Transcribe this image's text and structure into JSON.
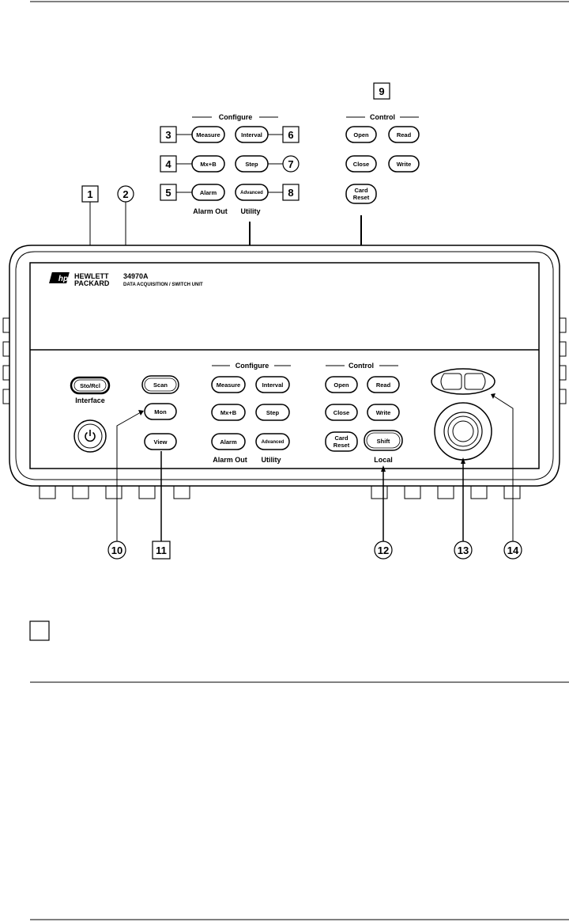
{
  "top_inset": {
    "configure_title": "Configure",
    "control_title": "Control",
    "buttons": {
      "measure": "Measure",
      "interval": "Interval",
      "mxb": "Mx+B",
      "step": "Step",
      "alarm": "Alarm",
      "advanced": "Advanced",
      "open": "Open",
      "read": "Read",
      "close": "Close",
      "write": "Write",
      "card_reset_1": "Card",
      "card_reset_2": "Reset"
    },
    "sublabels": {
      "alarm_out": "Alarm  Out",
      "utility": "Utility"
    }
  },
  "panel": {
    "brand_1": "HEWLETT",
    "brand_2": "PACKARD",
    "logo": "hp",
    "model": "34970A",
    "model_desc": "DATA  ACQUISITION / SWITCH  UNIT",
    "buttons": {
      "sto_rcl": "Sto/Rcl",
      "scan": "Scan",
      "mon": "Mon",
      "view": "View",
      "shift": "Shift",
      "measure": "Measure",
      "interval": "Interval",
      "mxb": "Mx+B",
      "step": "Step",
      "alarm": "Alarm",
      "advanced": "Advanced",
      "open": "Open",
      "read": "Read",
      "close": "Close",
      "write": "Write",
      "card_reset_1": "Card",
      "card_reset_2": "Reset"
    },
    "labels": {
      "interface": "Interface",
      "configure": "Configure",
      "control": "Control",
      "alarm_out": "Alarm  Out",
      "utility": "Utility",
      "local": "Local"
    },
    "power_icon": "power-icon",
    "knob_icon": "rotary-knob-icon"
  },
  "callouts": {
    "c1": "1",
    "c2": "2",
    "c3": "3",
    "c4": "4",
    "c5": "5",
    "c6": "6",
    "c7": "7",
    "c8": "8",
    "c9": "9",
    "c10": "10",
    "c11": "11",
    "c12": "12",
    "c13": "13",
    "c14": "14"
  }
}
